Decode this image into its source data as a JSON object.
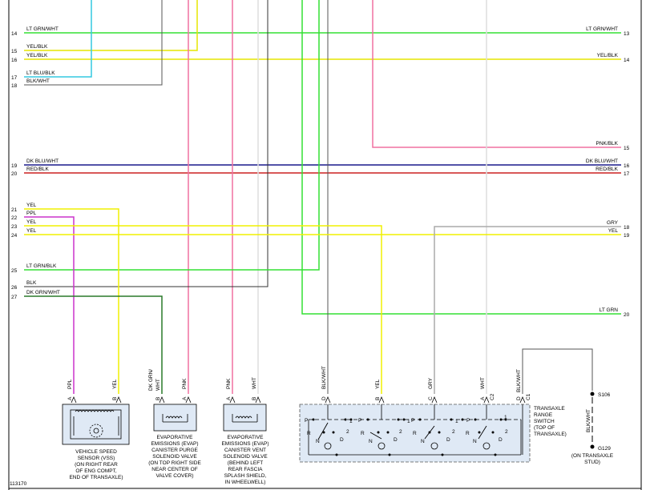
{
  "diagram": {
    "figure_id": "113170",
    "left_wires": [
      {
        "pin": "14",
        "label": "LT GRN/WHT",
        "color": "#33e033"
      },
      {
        "pin": "15",
        "label": "YEL/BLK",
        "color": "#e6e600"
      },
      {
        "pin": "16",
        "label": "YEL/BLK",
        "color": "#e6e600"
      },
      {
        "pin": "17",
        "label": "LT BLU/BLK",
        "color": "#33c8e0"
      },
      {
        "pin": "18",
        "label": "BLK/WHT",
        "color": "#555555"
      },
      {
        "pin": "19",
        "label": "DK BLU/WHT",
        "color": "#1a1a8c"
      },
      {
        "pin": "20",
        "label": "RED/BLK",
        "color": "#cc2020"
      },
      {
        "pin": "21",
        "label": "YEL",
        "color": "#f0f000"
      },
      {
        "pin": "22",
        "label": "PPL",
        "color": "#cc33cc"
      },
      {
        "pin": "23",
        "label": "YEL",
        "color": "#f0f000"
      },
      {
        "pin": "24",
        "label": "YEL",
        "color": "#f0f000"
      },
      {
        "pin": "25",
        "label": "LT GRN/BLK",
        "color": "#33e033"
      },
      {
        "pin": "26",
        "label": "BLK",
        "color": "#333333"
      },
      {
        "pin": "27",
        "label": "DK GRN/WHT",
        "color": "#2a7a2a"
      }
    ],
    "right_wires": [
      {
        "pin": "13",
        "label": "LT GRN/WHT",
        "color": "#33e033"
      },
      {
        "pin": "14",
        "label": "YEL/BLK",
        "color": "#e6e600"
      },
      {
        "pin": "15",
        "label": "PNK/BLK",
        "color": "#f070a0"
      },
      {
        "pin": "16",
        "label": "DK BLU/WHT",
        "color": "#1a1a8c"
      },
      {
        "pin": "17",
        "label": "RED/BLK",
        "color": "#cc2020"
      },
      {
        "pin": "18",
        "label": "GRY",
        "color": "#aaaaaa"
      },
      {
        "pin": "19",
        "label": "YEL",
        "color": "#f0f000"
      },
      {
        "pin": "20",
        "label": "LT GRN",
        "color": "#33e033"
      }
    ],
    "components": {
      "vss": {
        "pin_a": "A",
        "pin_a_wire": "PPL",
        "pin_b": "B",
        "pin_b_wire": "YEL",
        "caption": [
          "VEHICLE SPEED",
          "SENSOR (VSS)",
          "(ON RIGHT REAR",
          "OF ENG COMPT,",
          "END OF TRANSAXLE)"
        ]
      },
      "purge": {
        "pin_b": "B",
        "pin_b_wire": [
          "DK GRN/",
          "WHT"
        ],
        "pin_a": "A",
        "pin_a_wire": "PNK",
        "caption": [
          "EVAPORATIVE",
          "EMISSIONS (EVAP)",
          "CANISTER PURGE",
          "SOLENOID VALVE",
          "(ON TOP RIGHT SIDE",
          "NEAR CENTER OF",
          "VALVE COVER)"
        ]
      },
      "vent": {
        "pin_a": "A",
        "pin_a_wire": "PNK",
        "pin_b": "B",
        "pin_b_wire": "WHT",
        "caption": [
          "EVAPORATIVE",
          "EMISSIONS (EVAP)",
          "CANISTER VENT",
          "SOLENOID VALVE",
          "(BEHIND LEFT",
          "REAR FASCIA",
          "SPLASH SHIELD,",
          "IN WHEELWELL)"
        ]
      },
      "trs": {
        "pins": [
          {
            "pin": "D",
            "wire": "BLK/WHT"
          },
          {
            "pin": "B",
            "wire": "YEL"
          },
          {
            "pin": "C",
            "wire": "GRY"
          },
          {
            "pin": "A",
            "wire": "WHT",
            "cavity": "C2"
          },
          {
            "pin": "D",
            "wire": "BLK/WHT",
            "cavity": "C1"
          }
        ],
        "caption": [
          "TRANSAXLE",
          "RANGE",
          "SWITCH",
          "(TOP OF",
          "TRANSAXLE)"
        ],
        "positions": [
          "P",
          "R",
          "N",
          "D",
          "1",
          "2"
        ]
      },
      "ground": {
        "splice": "S106",
        "wire": "BLK/WHT",
        "ground": "G129",
        "caption": [
          "(ON TRANSAXLE",
          "STUD)"
        ]
      }
    }
  }
}
